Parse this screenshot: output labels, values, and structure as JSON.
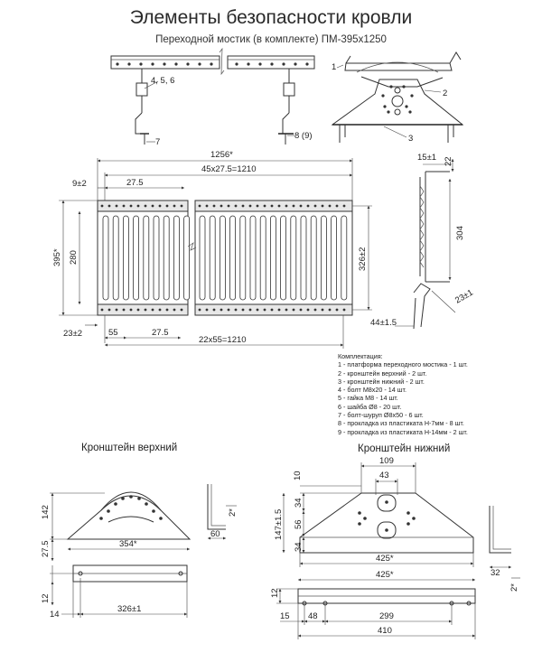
{
  "title": "Элементы безопасности кровли",
  "subtitle": "Переходной мостик (в комплекте) ПМ-395х1250",
  "top_view": {
    "callout_456": "4, 5, 6",
    "callout_7": "7",
    "callout_89": "8 (9)",
    "callout_1": "1",
    "callout_2": "2",
    "callout_3": "3"
  },
  "main_dims": {
    "d1256": "1256*",
    "d45x": "45x27.5=1210",
    "d9": "9±2",
    "d27a": "27.5",
    "d395": "395*",
    "d280": "280",
    "d326": "326±2",
    "d23": "23±2",
    "d55": "55",
    "d27b": "27.5",
    "d22x": "22x55=1210",
    "d15": "15±1",
    "d22": "22",
    "d304": "304",
    "d23b": "23±1",
    "d44": "44±1.5"
  },
  "kit": {
    "heading": "Комплектация:",
    "items": [
      "1 - платформа переходного мостика - 1 шт.",
      "2 - кронштейн верхний - 2 шт.",
      "3 - кронштейн нижний - 2 шт.",
      "4 - болт М8х20 - 14 шт.",
      "5 - гайка М8 - 14 шт.",
      "6 - шайба Ø8 - 20 шт.",
      "7 - болт-шуруп Ø8х50 - 6 шт.",
      "8 - прокладка из пластиката Н-7мм - 8 шт.",
      "9 - прокладка из пластиката Н-14мм - 2 шт."
    ]
  },
  "upper_bracket": {
    "label": "Кронштейн верхний",
    "d142": "142",
    "d27": "27.5",
    "d354": "354*",
    "d2": "2*",
    "d60": "60",
    "d12": "12",
    "d14": "14",
    "d326": "326±1"
  },
  "lower_bracket": {
    "label": "Кронштейн нижний",
    "d109": "109",
    "d10": "10",
    "d43": "43",
    "d34a": "34",
    "d56": "56",
    "d147": "147±1.5",
    "d34b": "34",
    "d425a": "425*",
    "d425b": "425*",
    "d2": "2*",
    "d32": "32",
    "d12": "12",
    "d15": "15",
    "d48": "48",
    "d299": "299",
    "d410": "410"
  }
}
